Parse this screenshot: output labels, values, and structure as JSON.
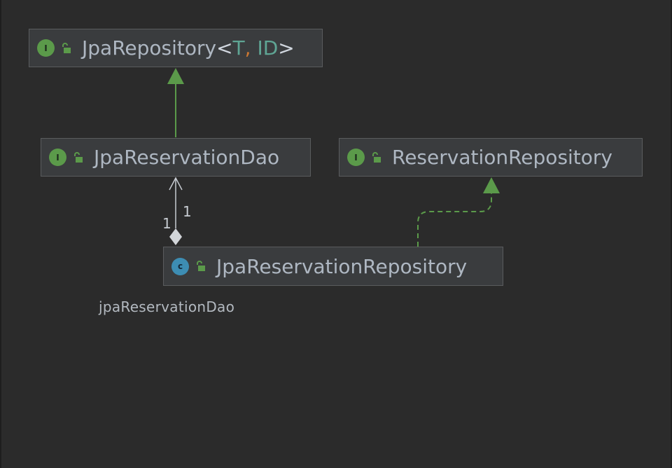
{
  "diagram": {
    "nodes": {
      "jpa_repository": {
        "kind": "interface",
        "kind_letter": "I",
        "name": "JpaRepository",
        "generic_open": "<",
        "type_param_1": "T",
        "generic_comma": ",",
        "type_param_2": " ID",
        "generic_close": ">"
      },
      "jpa_reservation_dao": {
        "kind": "interface",
        "kind_letter": "I",
        "name": "JpaReservationDao"
      },
      "reservation_repository": {
        "kind": "interface",
        "kind_letter": "I",
        "name": "ReservationRepository"
      },
      "jpa_reservation_repository": {
        "kind": "class",
        "kind_letter": "c",
        "name": "JpaReservationRepository"
      }
    },
    "edges": {
      "extends": {
        "from": "JpaReservationDao",
        "to": "JpaRepository",
        "style": "solid",
        "color": "#5b9a4a"
      },
      "implements": {
        "from": "JpaReservationRepository",
        "to": "ReservationRepository",
        "style": "dashed",
        "color": "#5b9a4a"
      },
      "composition": {
        "from": "JpaReservationRepository",
        "to": "JpaReservationDao",
        "source_multiplicity": "1",
        "target_multiplicity": "1",
        "field_name": "jpaReservationDao",
        "color": "#c7ccd2"
      }
    }
  },
  "colors": {
    "background": "#2b2b2b",
    "node_fill": "#3a3c3e",
    "node_border": "#5a5c5e",
    "interface_badge": "#5b9a4a",
    "class_badge": "#3d8db3",
    "type_param": "#5fa594",
    "comma": "#cc7832"
  }
}
